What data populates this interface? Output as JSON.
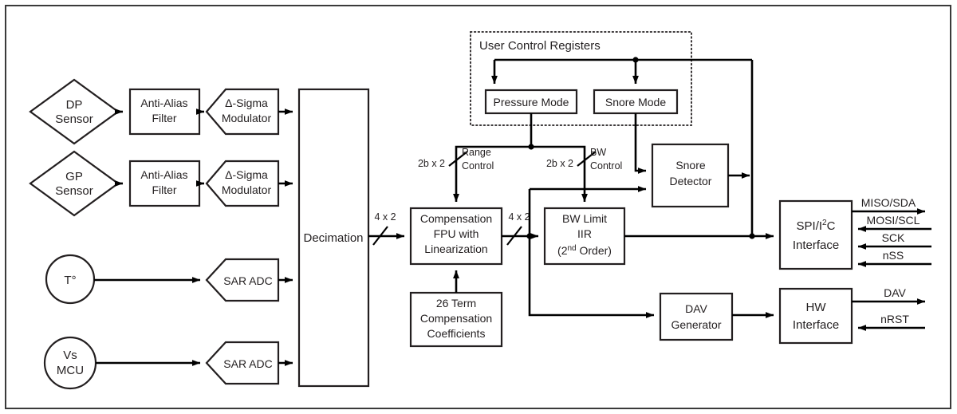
{
  "figure": {
    "kind": "block-diagram",
    "title": "Sensor signal-chain block diagram",
    "colors": {
      "ink": "#231f20",
      "line": "#000000",
      "frame": "#3a3a3a",
      "background": "#ffffff"
    }
  },
  "groups": {
    "user_control_registers": {
      "label": "User Control Registers"
    }
  },
  "blocks": {
    "dp_sensor": {
      "line1": "DP",
      "line2": "Sensor"
    },
    "gp_sensor": {
      "line1": "GP",
      "line2": "Sensor"
    },
    "temp_sensor": {
      "line1": "T°"
    },
    "vs_mcu": {
      "line1": "Vs",
      "line2": "MCU"
    },
    "aaf_top": {
      "line1": "Anti-Alias",
      "line2": "Filter"
    },
    "aaf_bottom": {
      "line1": "Anti-Alias",
      "line2": "Filter"
    },
    "mod_top": {
      "line1": "Δ-Sigma",
      "line2": "Modulator"
    },
    "mod_bottom": {
      "line1": "Δ-Sigma",
      "line2": "Modulator"
    },
    "sar_adc_top": {
      "line1": "SAR ADC"
    },
    "sar_adc_bottom": {
      "line1": "SAR ADC"
    },
    "decimation": {
      "line1": "Decimation"
    },
    "pressure_mode": {
      "line1": "Pressure Mode"
    },
    "snore_mode": {
      "line1": "Snore Mode"
    },
    "compensation_fpu": {
      "line1": "Compensation",
      "line2": "FPU with",
      "line3": "Linearization"
    },
    "coefficients": {
      "line1": "26 Term",
      "line2": "Compensation",
      "line3": "Coefficients"
    },
    "bw_limit_iir": {
      "line1": "BW Limit",
      "line2": "IIR",
      "line3_pre": "(2",
      "line3_sup": "nd",
      "line3_post": " Order)"
    },
    "snore_detector": {
      "line1": "Snore",
      "line2": "Detector"
    },
    "dav_generator": {
      "line1": "DAV",
      "line2": "Generator"
    },
    "spi_i2c": {
      "line1_pre": "SPI/I",
      "line1_sup": "2",
      "line1_post": "C",
      "line2": "Interface"
    },
    "hw_interface": {
      "line1": "HW",
      "line2": "Interface"
    }
  },
  "bus_labels": {
    "decim_out": "4 x 2",
    "fpu_out": "4 x 2",
    "range_width": "2b x 2",
    "bw_width": "2b x 2"
  },
  "wire_labels": {
    "range_control_l1": "Range",
    "range_control_l2": "Control",
    "bw_control_l1": "BW",
    "bw_control_l2": "Control"
  },
  "io_pins": {
    "miso_sda": {
      "name": "MISO/SDA",
      "direction": "out"
    },
    "mosi_scl": {
      "name": "MOSI/SCL",
      "direction": "in"
    },
    "sck": {
      "name": "SCK",
      "direction": "in"
    },
    "nss": {
      "name": "nSS",
      "direction": "in"
    },
    "dav": {
      "name": "DAV",
      "direction": "out"
    },
    "nrst": {
      "name": "nRST",
      "direction": "in"
    }
  }
}
